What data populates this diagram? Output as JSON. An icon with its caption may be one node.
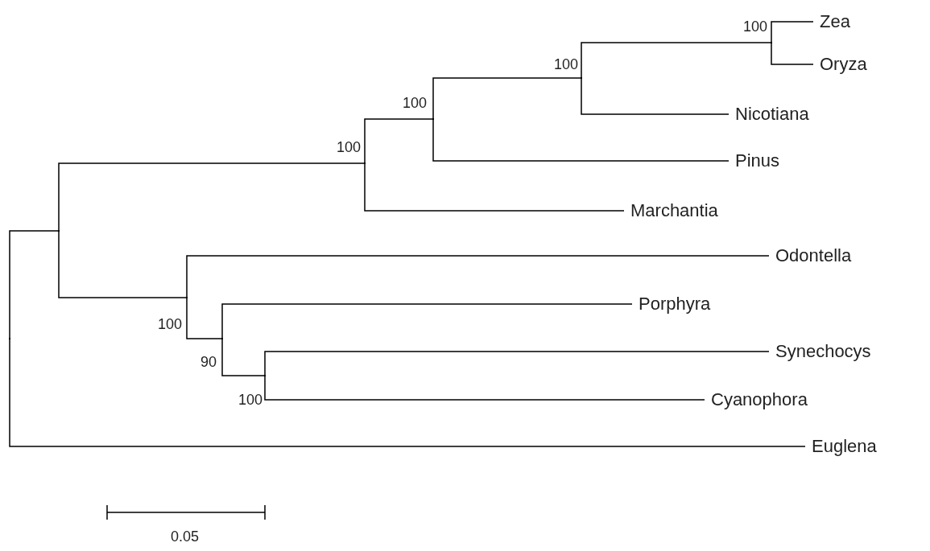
{
  "diagram": {
    "nodes": [
      {
        "text": [],
        "shape": "point"
      },
      {
        "text": [],
        "shape": "point"
      },
      {
        "text": [],
        "shape": "point",
        "beside": [
          "100"
        ]
      },
      {
        "text": [],
        "shape": "point",
        "beside": [
          "100"
        ]
      },
      {
        "text": [],
        "shape": "point",
        "beside": [
          "100"
        ]
      },
      {
        "text": [],
        "shape": "point",
        "beside": [
          "100"
        ]
      },
      {
        "text": [
          "Zea"
        ]
      },
      {
        "text": [
          "Oryza"
        ]
      },
      {
        "text": [
          "Nicotiana"
        ]
      },
      {
        "text": [
          "Pinus"
        ]
      },
      {
        "text": [
          "Marchantia"
        ]
      },
      {
        "text": [],
        "shape": "point",
        "beside": [
          "100"
        ]
      },
      {
        "text": [
          "Odontella"
        ]
      },
      {
        "text": [],
        "shape": "point",
        "beside": [
          "90"
        ]
      },
      {
        "text": [
          "Porphyra"
        ]
      },
      {
        "text": [],
        "shape": "point",
        "beside": [
          "100"
        ]
      },
      {
        "text": [
          "Synechocys"
        ]
      },
      {
        "text": [
          "Cyanophora"
        ]
      },
      {
        "text": [
          "Euglena"
        ]
      }
    ],
    "edges": [
      {
        "from": 0,
        "to": 1,
        "arrow": "none"
      },
      {
        "from": 1,
        "to": 2,
        "arrow": "none"
      },
      {
        "from": 2,
        "to": 3,
        "arrow": "none"
      },
      {
        "from": 3,
        "to": 4,
        "arrow": "none"
      },
      {
        "from": 4,
        "to": 5,
        "arrow": "none"
      },
      {
        "from": 5,
        "to": 6,
        "arrow": "none"
      },
      {
        "from": 5,
        "to": 7,
        "arrow": "none"
      },
      {
        "from": 4,
        "to": 8,
        "arrow": "none"
      },
      {
        "from": 3,
        "to": 9,
        "arrow": "none"
      },
      {
        "from": 2,
        "to": 10,
        "arrow": "none"
      },
      {
        "from": 1,
        "to": 11,
        "arrow": "none"
      },
      {
        "from": 11,
        "to": 12,
        "arrow": "none"
      },
      {
        "from": 11,
        "to": 13,
        "arrow": "none"
      },
      {
        "from": 13,
        "to": 14,
        "arrow": "none"
      },
      {
        "from": 13,
        "to": 15,
        "arrow": "none"
      },
      {
        "from": 15,
        "to": 16,
        "arrow": "none"
      },
      {
        "from": 15,
        "to": 17,
        "arrow": "none"
      },
      {
        "from": 0,
        "to": 18,
        "arrow": "none"
      }
    ],
    "labels": [
      "0.05"
    ]
  }
}
